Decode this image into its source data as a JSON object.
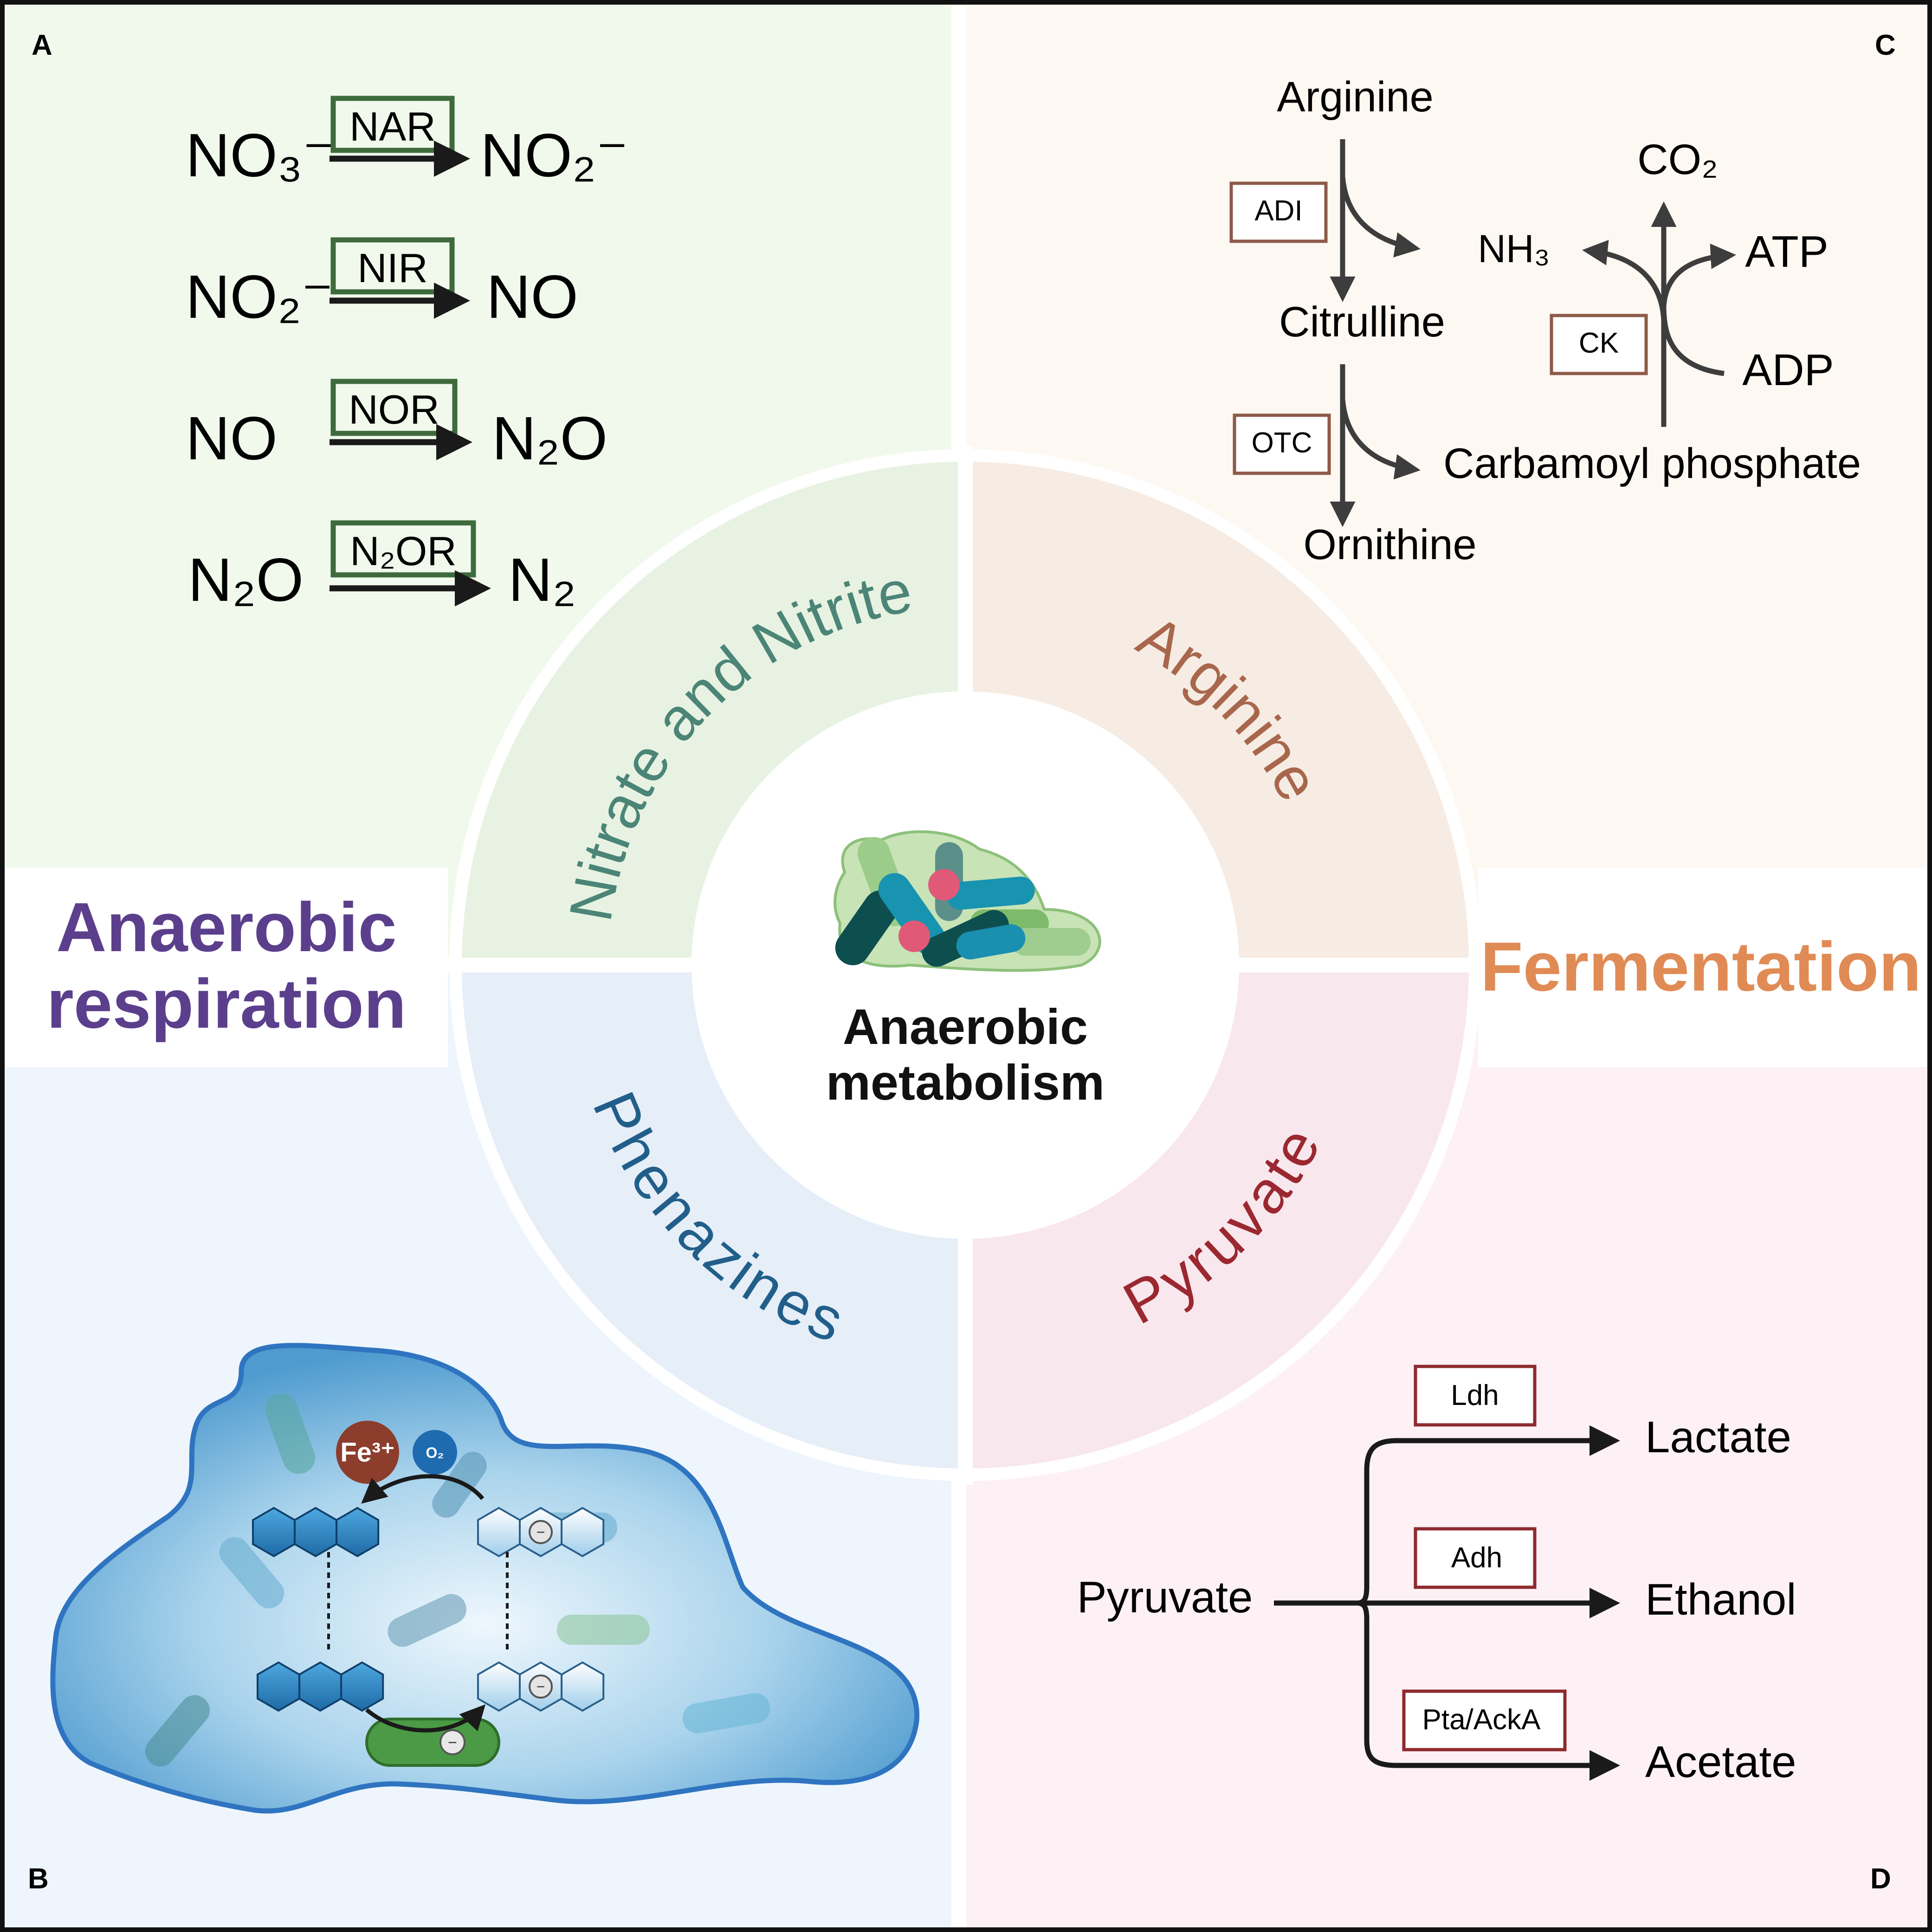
{
  "figure": {
    "center_title": [
      "Anaerobic",
      "metabolism"
    ],
    "left_label": [
      "Anaerobic",
      "respiration"
    ],
    "right_label": "Fermentation",
    "ring_labels": {
      "top_left": "Nitrate and Nitrite",
      "top_right": "Arginine",
      "bottom_left": "Phenazines",
      "bottom_right": "Pyruvate"
    },
    "colors": {
      "panel_a_bg": "#f1f9ec",
      "panel_b_bg": "#eef5fc",
      "panel_c_bg": "#fdf8f2",
      "panel_d_bg": "#fdf1f5",
      "ring_tl": "#e8f2e2",
      "ring_tr": "#f6ece3",
      "ring_bl": "#e6eef8",
      "ring_br": "#f9e7ee",
      "respiration_text": "#5b3f8c",
      "fermentation_text": "#e08b55",
      "nitrate_text": "#4b8577",
      "arginine_text": "#a8674c",
      "phenazines_text": "#215f8a",
      "pyruvate_text": "#9b2830",
      "enzyme_green": "#3e6b3c",
      "enzyme_brown": "#8d5a48",
      "enzyme_red": "#8e2a2e"
    }
  },
  "panel_a": {
    "letter": "A",
    "reactions": [
      {
        "substrate": "NO₃⁻",
        "enzyme": "NAR",
        "product": "NO₂⁻"
      },
      {
        "substrate": "NO₂⁻",
        "enzyme": "NIR",
        "product": "NO"
      },
      {
        "substrate": "NO",
        "enzyme": "NOR",
        "product": "N₂O"
      },
      {
        "substrate": "N₂O",
        "enzyme": "N₂OR",
        "product": "N₂"
      }
    ]
  },
  "panel_b": {
    "letter": "B",
    "fe_label": "Fe³⁺",
    "o2_label": "O₂",
    "electron": "−"
  },
  "panel_c": {
    "letter": "C",
    "arginine": "Arginine",
    "citrulline": "Citrulline",
    "ornithine": "Ornithine",
    "nh3": "NH₃",
    "carbamoyl": "Carbamoyl phosphate",
    "co2": "CO₂",
    "atp": "ATP",
    "adp": "ADP",
    "enzymes": {
      "adi": "ADI",
      "otc": "OTC",
      "ck": "CK"
    }
  },
  "panel_d": {
    "letter": "D",
    "source": "Pyruvate",
    "products": [
      {
        "enzyme": "Ldh",
        "product": "Lactate"
      },
      {
        "enzyme": "Adh",
        "product": "Ethanol"
      },
      {
        "enzyme": "Pta/AckA",
        "product": "Acetate"
      }
    ]
  }
}
